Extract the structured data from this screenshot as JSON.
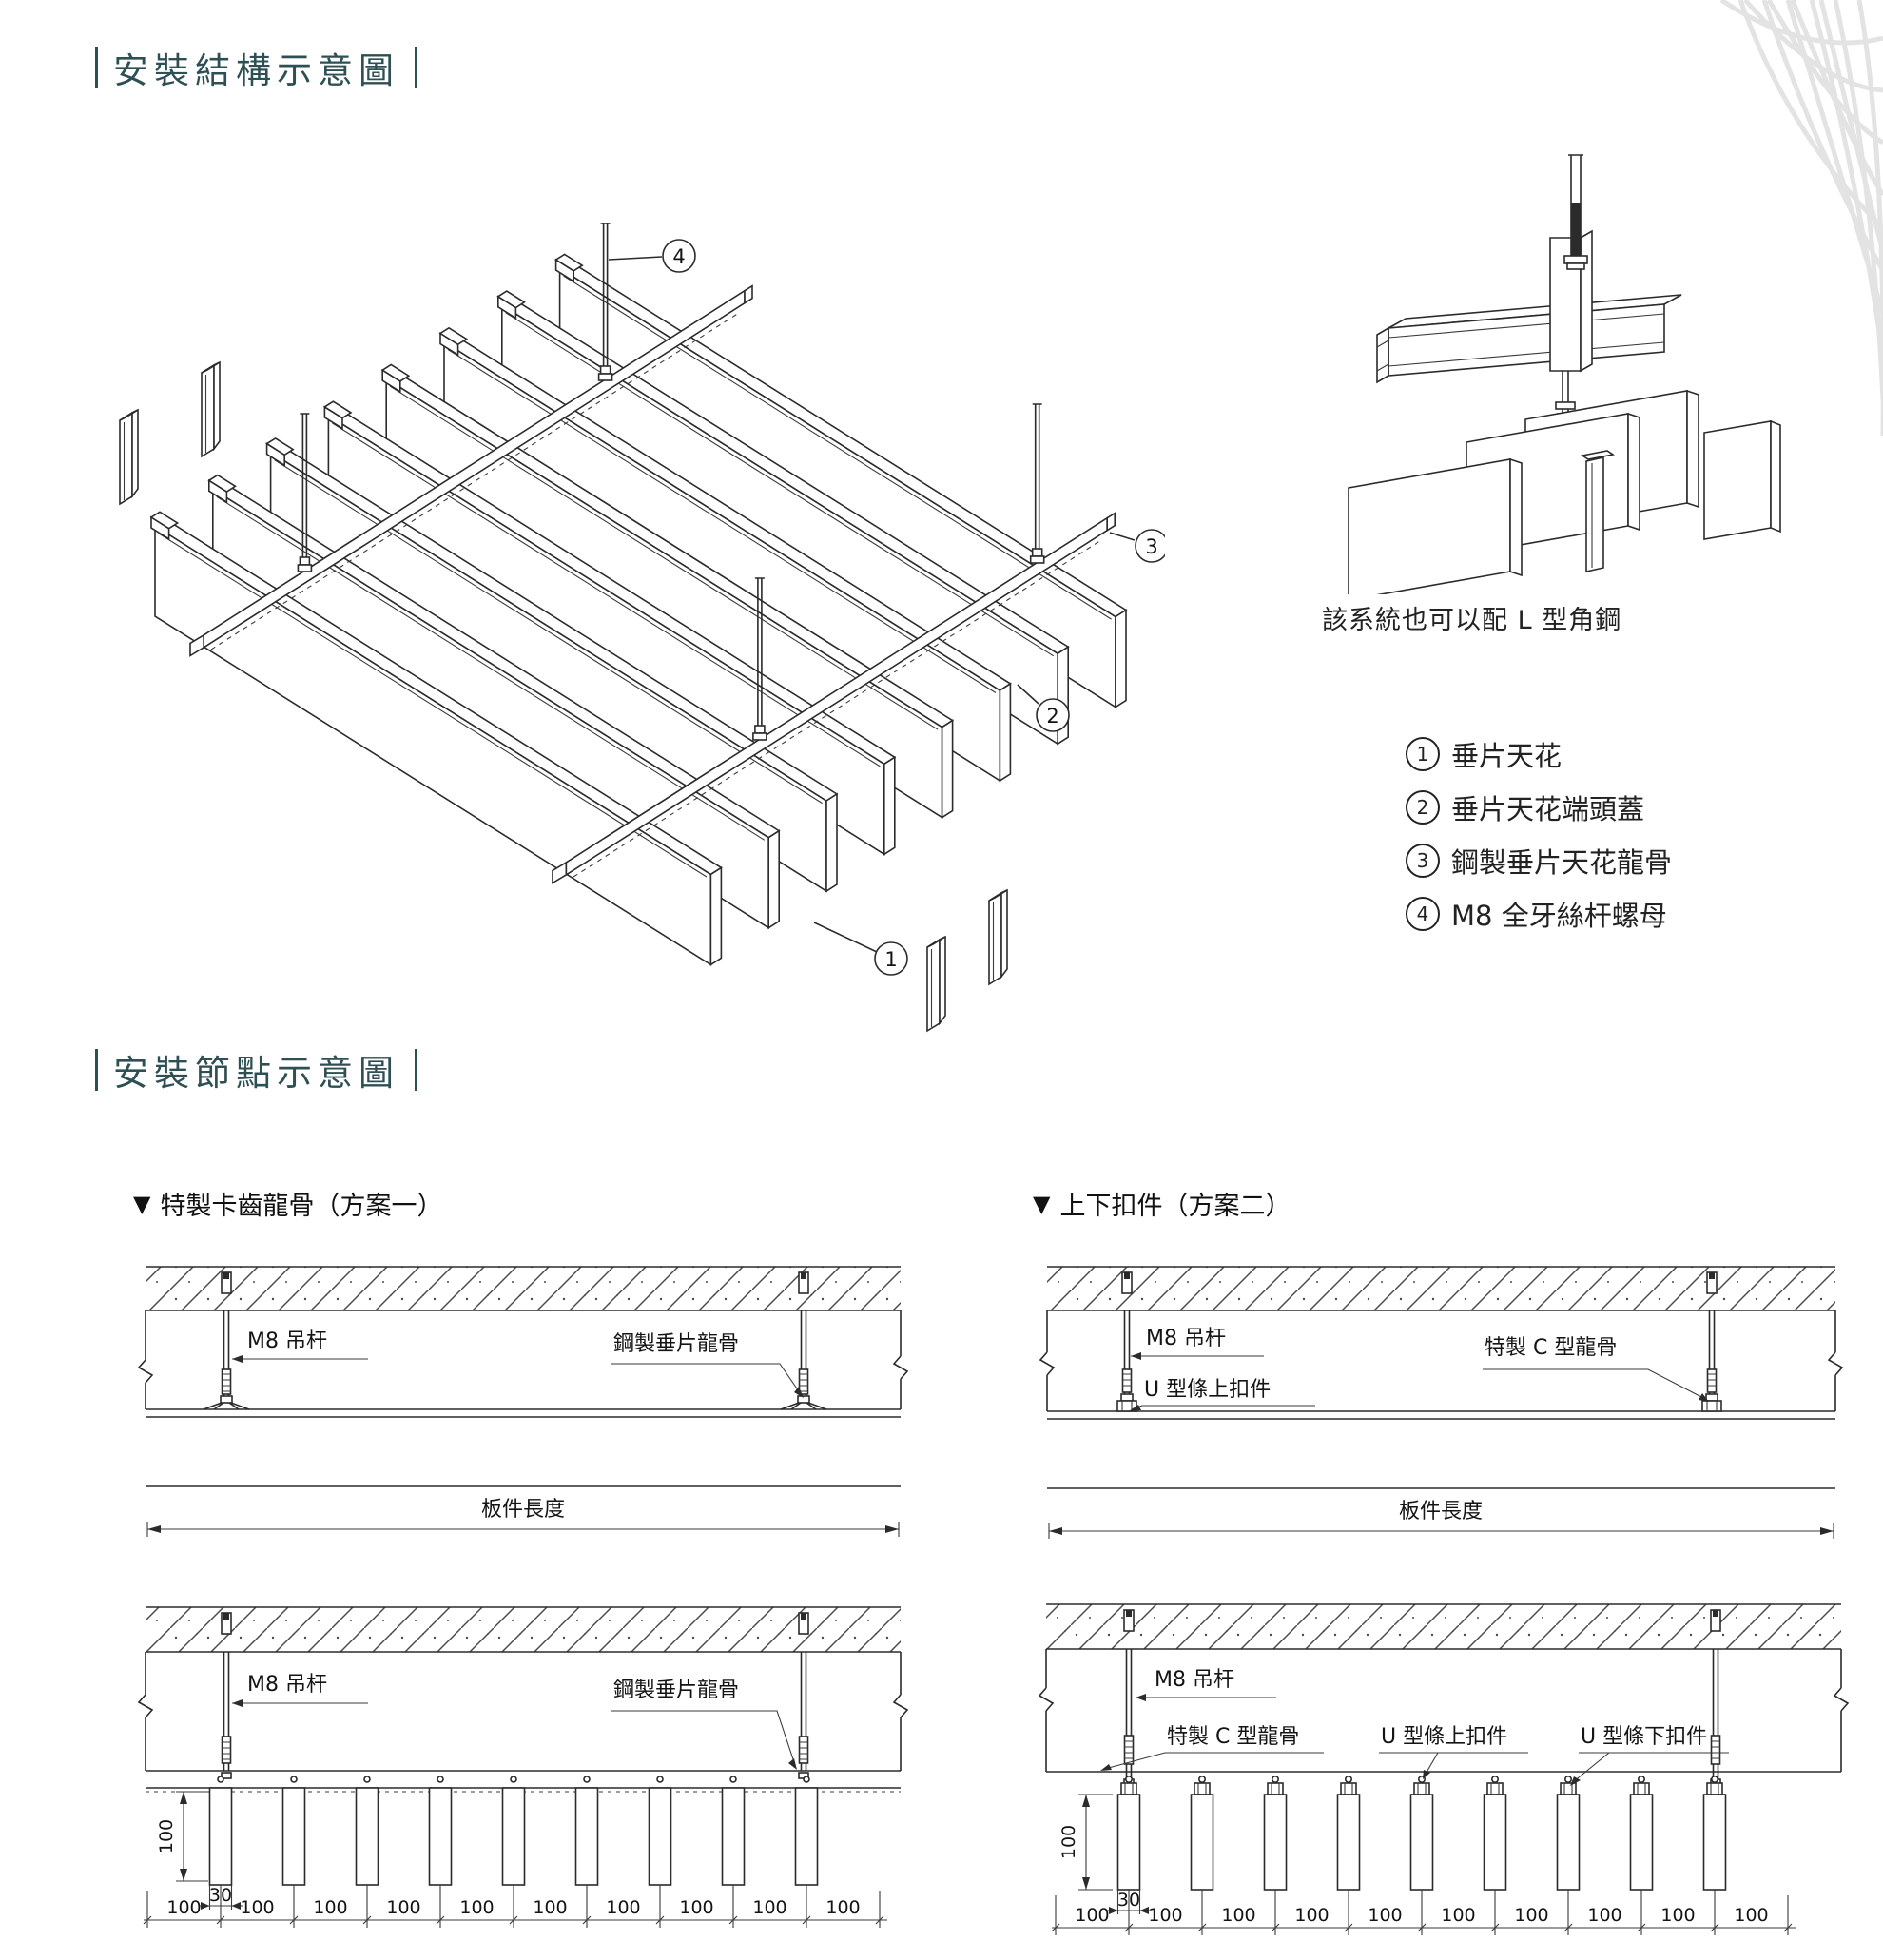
{
  "section1": {
    "title": "安裝結構示意圖",
    "callouts": [
      "1",
      "2",
      "3",
      "4"
    ],
    "detail_caption": "該系統也可以配 L 型角鋼",
    "legend": [
      {
        "num": "1",
        "label": "垂片天花"
      },
      {
        "num": "2",
        "label": "垂片天花端頭蓋"
      },
      {
        "num": "3",
        "label": "鋼製垂片天花龍骨"
      },
      {
        "num": "4",
        "label": "M8 全牙絲杆螺母"
      }
    ]
  },
  "section2": {
    "title": "安裝節點示意圖",
    "left": {
      "marker": "▼",
      "header": "特製卡齒龍骨（方案一）",
      "top": {
        "label_hanger": "M8 吊杆",
        "label_keel": "鋼製垂片龍骨",
        "label_length": "板件長度"
      },
      "bottom": {
        "label_hanger": "M8 吊杆",
        "label_keel": "鋼製垂片龍骨",
        "dim_height": "100",
        "dim_width": "30",
        "spacings": [
          "100",
          "100",
          "100",
          "100",
          "100",
          "100",
          "100",
          "100",
          "100",
          "100"
        ]
      }
    },
    "right": {
      "marker": "▼",
      "header": "上下扣件（方案二）",
      "top": {
        "label_hanger": "M8 吊杆",
        "label_upper_clip": "U 型條上扣件",
        "label_keel": "特製 C 型龍骨",
        "label_length": "板件長度"
      },
      "bottom": {
        "label_hanger": "M8 吊杆",
        "label_keel": "特製 C 型龍骨",
        "label_upper_clip": "U 型條上扣件",
        "label_lower_clip": "U 型條下扣件",
        "dim_height": "100",
        "dim_width": "30",
        "spacings": [
          "100",
          "100",
          "100",
          "100",
          "100",
          "100",
          "100",
          "100",
          "100",
          "100"
        ]
      }
    }
  }
}
